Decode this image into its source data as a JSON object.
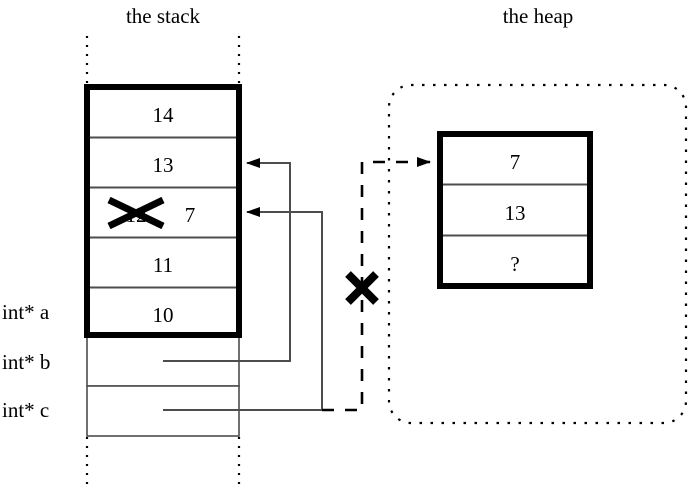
{
  "diagram": {
    "type": "memory-diagram",
    "titles": {
      "stack": "the stack",
      "heap": "the heap"
    },
    "stack": {
      "allocated_cells": [
        {
          "value": "14",
          "struck": false
        },
        {
          "value": "13",
          "struck": false
        },
        {
          "value": "12",
          "struck": true,
          "replacement": "7"
        },
        {
          "value": "11",
          "struck": false
        },
        {
          "value": "10",
          "struck": false
        }
      ],
      "pointer_cells": [
        {
          "label": "int* a",
          "value": ""
        },
        {
          "label": "int* b",
          "value": ""
        },
        {
          "label": "int* c",
          "value": ""
        }
      ],
      "struck_value": "12",
      "new_value": "7"
    },
    "heap": {
      "cells": [
        {
          "value": "7"
        },
        {
          "value": "13"
        },
        {
          "value": "?"
        }
      ]
    },
    "annotations": {
      "invalid_pointer_mark": "✕"
    },
    "colors": {
      "stroke": "#000000",
      "thin_stroke": "#4d4d4d",
      "background": "#ffffff"
    }
  }
}
